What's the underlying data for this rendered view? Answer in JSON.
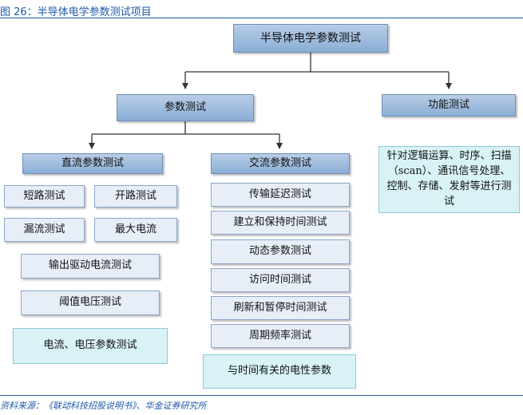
{
  "caption": "图 26：半导体电学参数测试项目",
  "source": "资料来源：《联动科技招股说明书》、华金证券研究所",
  "root": "半导体电学参数测试",
  "level1": {
    "param_test": "参数测试",
    "function_test": "功能测试"
  },
  "level2": {
    "dc": "直流参数测试",
    "ac": "交流参数测试"
  },
  "dc_items": {
    "short": "短路测试",
    "open": "开路测试",
    "leak": "漏流测试",
    "max_current": "最大电流",
    "output_drive": "输出驱动电流测试",
    "threshold": "阈值电压测试",
    "summary": "电流、电压参数测试"
  },
  "ac_items": {
    "transfer_delay": "传输延迟测试",
    "setup_hold": "建立和保持时间测试",
    "dynamic": "动态参数测试",
    "access": "访问时间测试",
    "refresh_pause": "刷新和暂停时间测试",
    "period_freq": "周期频率测试",
    "summary": "与时间有关的电性参数"
  },
  "function_desc": "针对逻辑运算、时序、扫描（scan）、通讯信号处理、控制、存储、发射等进行测试"
}
